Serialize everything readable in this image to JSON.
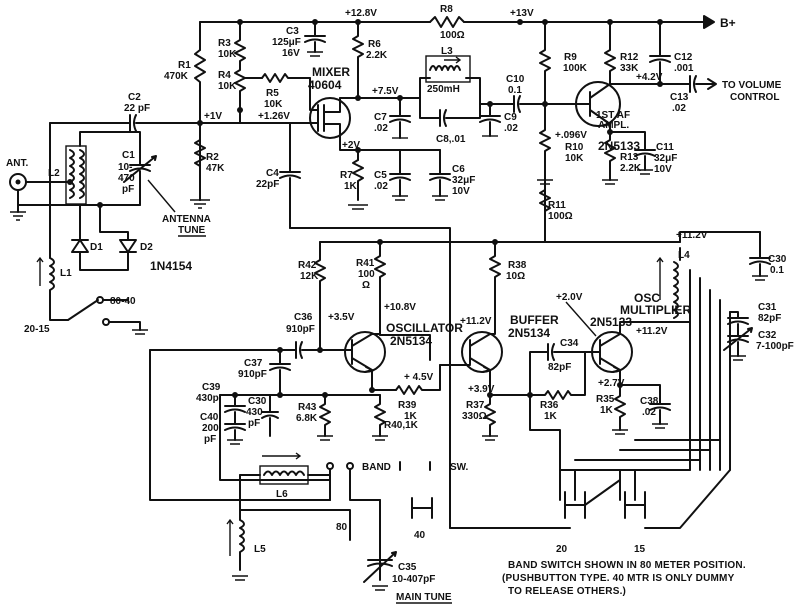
{
  "rails": {
    "v12_8": "+12.8V",
    "v13": "+13V",
    "bplus": "B+",
    "v11_2": "+11.2V"
  },
  "components": {
    "r8": "R8",
    "r8_val": "100Ω",
    "r1": "R1",
    "r1_val": "470K",
    "r3": "R3",
    "r3_val": "10K",
    "r4": "R4",
    "r4_val": "10K",
    "r5": "R5",
    "r5_val": "10K",
    "r2": "R2",
    "r2_val": "47K",
    "c3": "C3",
    "c3_val": "125μF",
    "c3_volt": "16V",
    "r6": "R6",
    "r6_val": "2.2K",
    "c2": "C2",
    "c2_val": "22 pF",
    "c1": "C1",
    "c1_val": "10-",
    "c1_val2": "470",
    "c1_val3": "pF",
    "l2": "L2",
    "l1": "L1",
    "d1": "D1",
    "d2": "D2",
    "diode_type": "1N4154",
    "c4": "C4",
    "c4_val": "22pF",
    "c7": "C7",
    "c7_val": ".02",
    "c8": "C8,.01",
    "l3": "L3",
    "l3_val": "250mH",
    "c10": "C10",
    "c10_val": "0.1",
    "c9": "C9",
    "c9_val": ".02",
    "r7": "R7",
    "r7_val": "1K",
    "c5": "C5",
    "c5_val": ".02",
    "c6": "C6",
    "c6_val": "32μF",
    "c6_volt": "10V",
    "r9": "R9",
    "r9_val": "100K",
    "r12": "R12",
    "r12_val": "33K",
    "c12": "C12",
    "c12_val": ".001",
    "c13": "C13",
    "c13_val": ".02",
    "r10": "R10",
    "r10_val": "10K",
    "r13": "R13",
    "r13_val": "2.2K",
    "c11": "C11",
    "c11_val": "32μF",
    "c11_volt": "10V",
    "r11": "R11",
    "r11_val": "100Ω",
    "r42": "R42",
    "r42_val": "12K",
    "r41": "R41",
    "r41_val": "100",
    "r41_unit": "Ω",
    "r38": "R38",
    "r38_val": "10Ω",
    "l4": "L4",
    "c30": "C30",
    "c30_val": "0.1",
    "c31": "C31",
    "c31_val": "82pF",
    "c32": "C32",
    "c32_val": "7-100pF",
    "c36": "C36",
    "c36_val": "910pF",
    "c37": "C37",
    "c37_val": "910pF",
    "c39": "C39",
    "c39_val": "430p",
    "c40": "C40",
    "c40_val": "200",
    "c40_unit": "pF",
    "c30b": "C30",
    "c30b_val": "430",
    "c30b_unit": "pF",
    "r43": "R43",
    "r43_val": "6.8K",
    "r39": "R39",
    "r39_val": "1K",
    "r40": "R40,1K",
    "c34": "C34",
    "c34_val": "82pF",
    "r36": "R36",
    "r36_val": "1K",
    "r37": "R37",
    "r37_val": "330Ω",
    "r35": "R35",
    "r35_val": "1K",
    "c38": "C38",
    "c38_val": ".02",
    "l6": "L6",
    "l5": "L5",
    "c35": "C35",
    "c35_val": "10-407pF"
  },
  "stages": {
    "mixer": "MIXER",
    "mixer_part": "40604",
    "af": "1ST AF",
    "af2": "AMPL.",
    "af_part": "2N5133",
    "osc": "OSCILLATOR",
    "osc_part": "2N5134",
    "buffer": "BUFFER",
    "buffer_part": "2N5134",
    "mult": "OSC",
    "mult2": "MULTIPLIER",
    "mult_part": "2N5133"
  },
  "voltages": {
    "v7_5": "+7.5V",
    "v1": "+1V",
    "v1_26": "+1.26V",
    "v2": "+2V",
    "v4_2": "+4.2V",
    "v096": "+.096V",
    "v10_8": "+10.8V",
    "v3_5": "+3.5V",
    "v11_2b": "+11.2V",
    "v4_5": "+ 4.5V",
    "v3_9": "+3.9V",
    "v2_0": "+2.0V",
    "v11_2c": "+11.2V",
    "v2_7": "+2.7V"
  },
  "labels": {
    "to_volume": "TO VOLUME",
    "control": "CONTROL",
    "ant": "ANT.",
    "antenna": "ANTENNA",
    "tune": "TUNE",
    "band_80_40": "80-40",
    "band_20_15": "20-15",
    "band": "BAND",
    "sw": "SW.",
    "pos80": "80",
    "pos40": "40",
    "pos20": "20",
    "pos15": "15",
    "main_tune": "MAIN TUNE"
  },
  "note": {
    "line1": "BAND SWITCH SHOWN IN 80 METER POSITION.",
    "line2": "(PUSHBUTTON TYPE. 40 MTR IS ONLY DUMMY",
    "line3": "TO RELEASE OTHERS.)"
  }
}
